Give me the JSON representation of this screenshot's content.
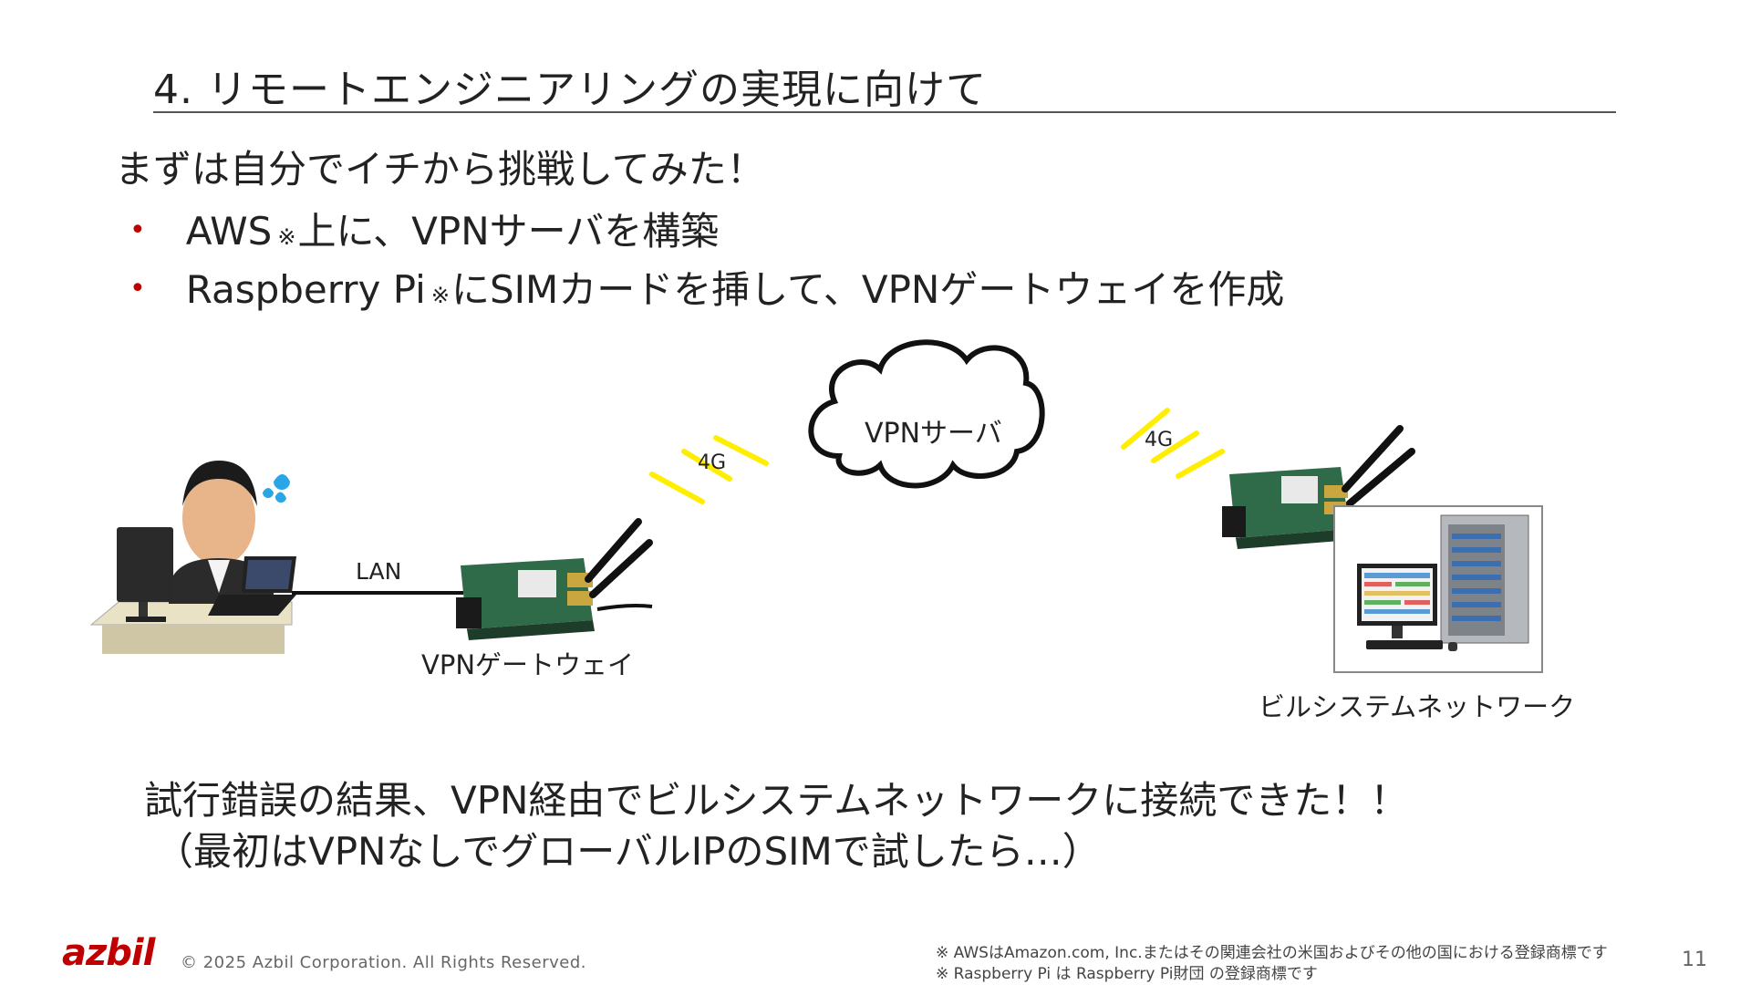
{
  "slide": {
    "title": "4. リモートエンジニアリングの実現に向けて",
    "intro": "まずは自分でイチから挑戦してみた！",
    "bullets": [
      {
        "before": "AWS",
        "note": "※",
        "after": "上に、VPNサーバを構築"
      },
      {
        "before": "Raspberry Pi",
        "note": "※",
        "after": "にSIMカードを挿して、VPNゲートウェイを作成"
      }
    ],
    "bullet_marker": "•",
    "bullet_color": "#c00000"
  },
  "diagram": {
    "cloud_label": "VPNサーバ",
    "link_left": "4G",
    "link_right": "4G",
    "lan_label": "LAN",
    "gateway_label": "VPNゲートウェイ",
    "building_label": "ビルシステムネットワーク",
    "signal_color": "#ffee00",
    "sweat_icon": "sweat-drops-icon"
  },
  "result": {
    "line1": "試行錯誤の結果、VPN経由でビルシステムネットワークに接続できた！！",
    "line2": "（最初はVPNなしでグローバルIPのSIMで試したら…）"
  },
  "footer": {
    "logo": "azbil",
    "copyright": "© 2025 Azbil Corporation. All Rights Reserved.",
    "footnote1": "※ AWSはAmazon.com, Inc.またはその関連会社の米国およびその他の国における登録商標です",
    "footnote2": "※ Raspberry Pi は Raspberry Pi財団 の登録商標です",
    "page_number": "11",
    "brand_color": "#c00000"
  }
}
